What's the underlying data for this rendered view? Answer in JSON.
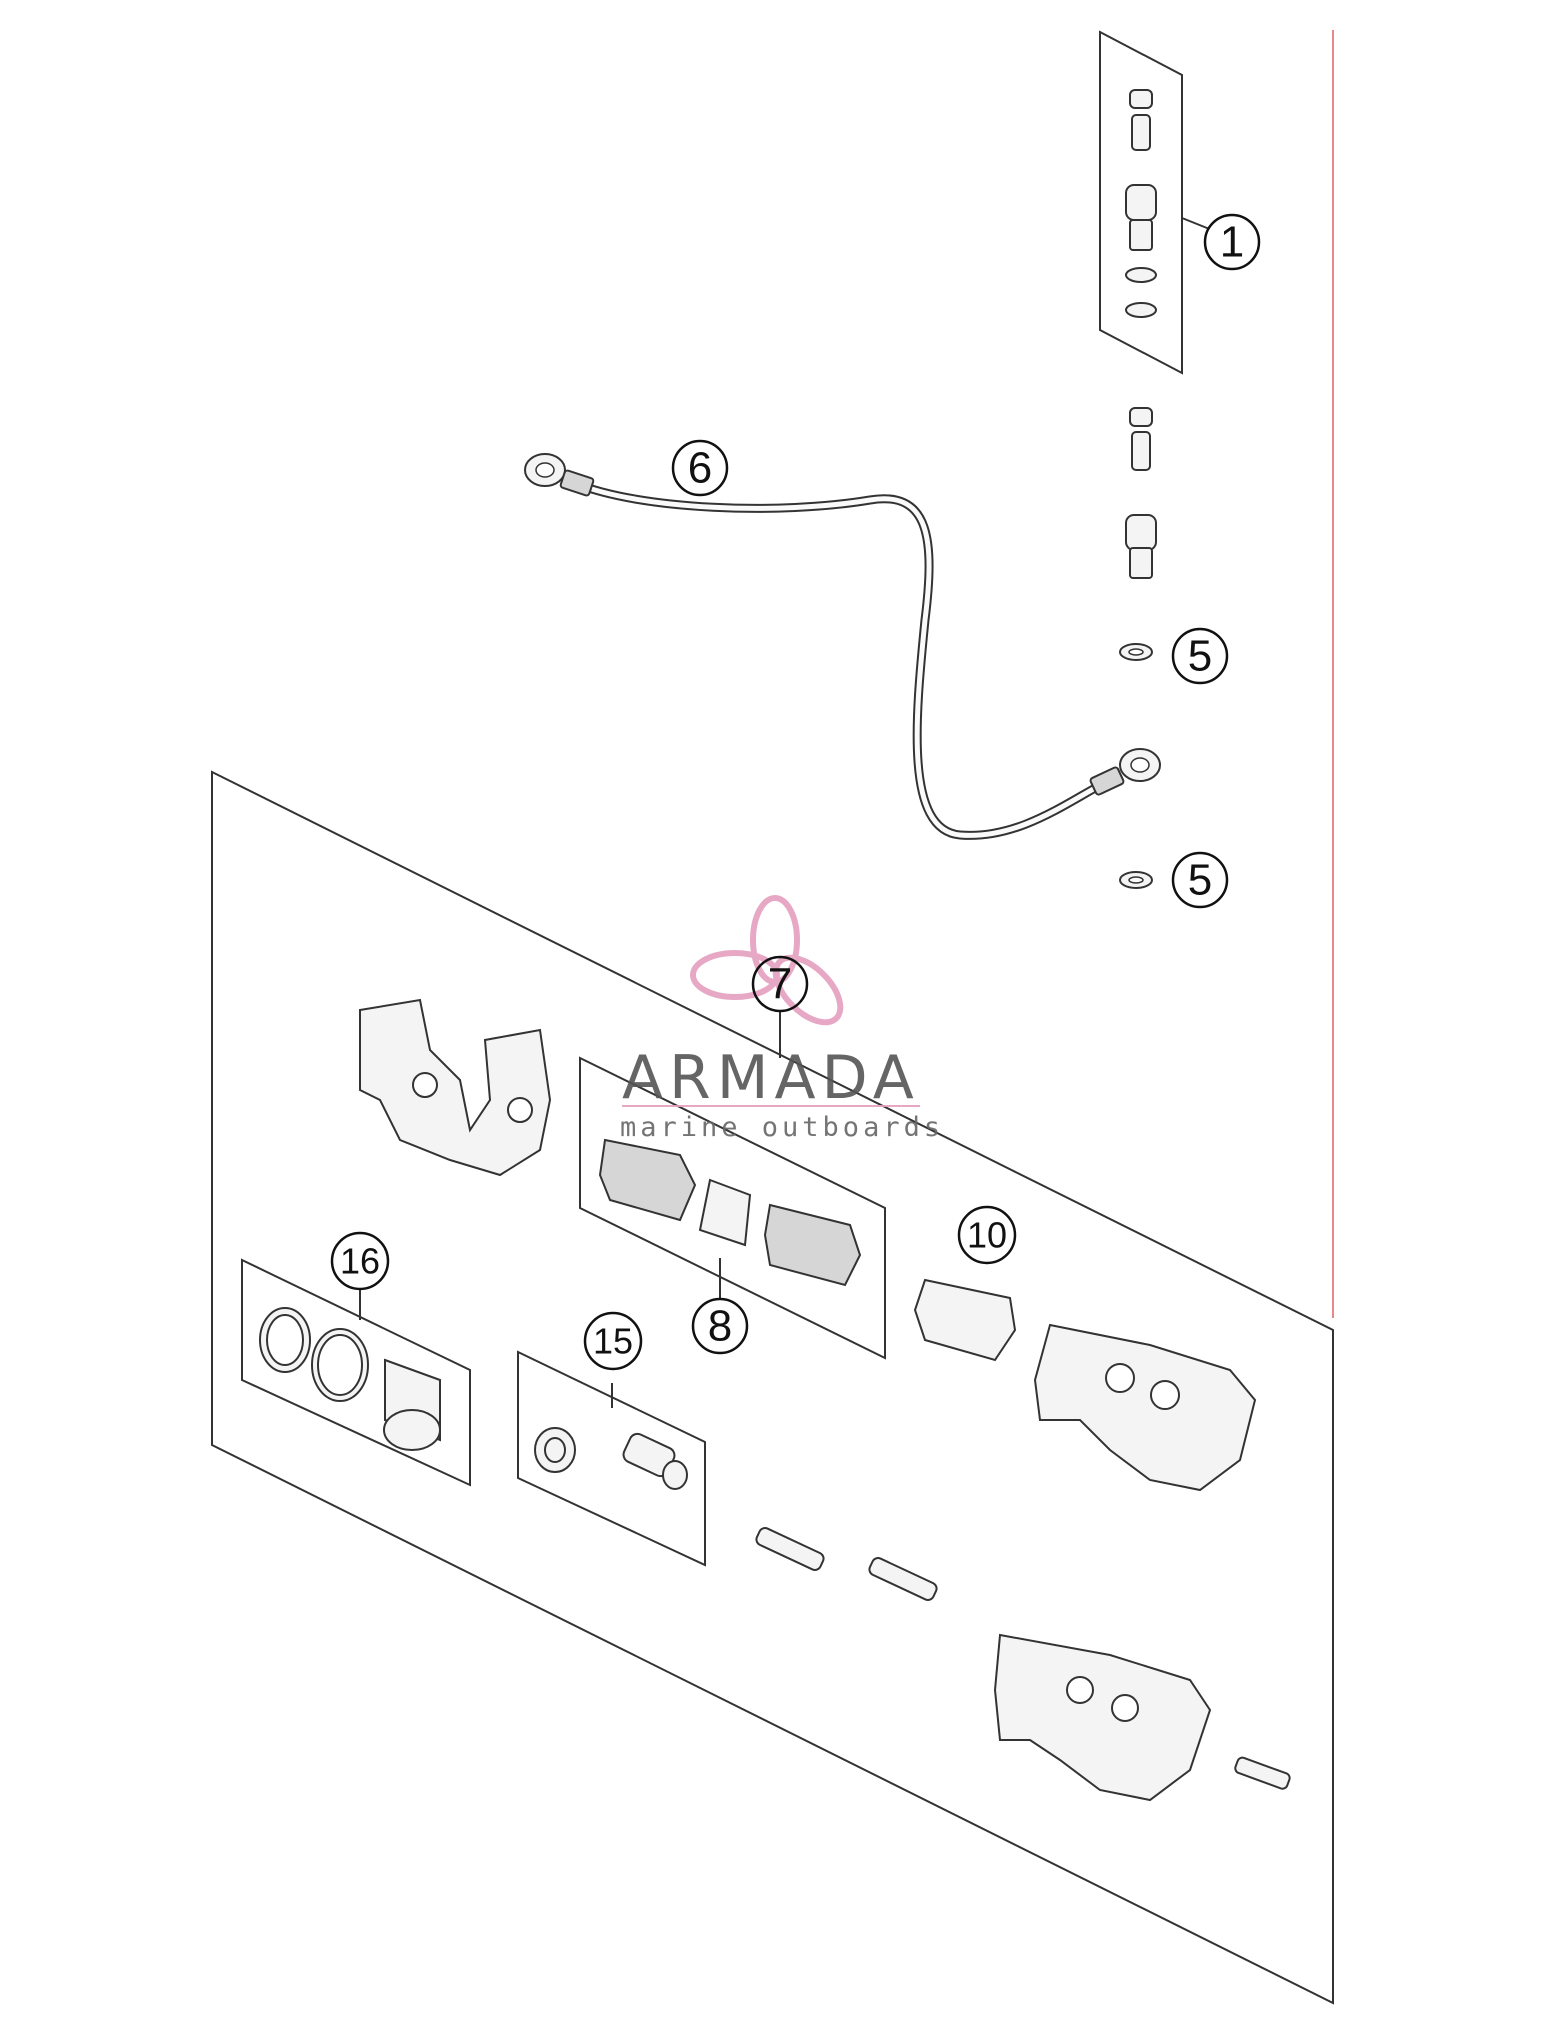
{
  "diagram": {
    "callouts": [
      {
        "id": "c1",
        "label": "1"
      },
      {
        "id": "c5a",
        "label": "5"
      },
      {
        "id": "c5b",
        "label": "5"
      },
      {
        "id": "c6",
        "label": "6"
      },
      {
        "id": "c7",
        "label": "7"
      },
      {
        "id": "c8",
        "label": "8"
      },
      {
        "id": "c10",
        "label": "10"
      },
      {
        "id": "c15",
        "label": "15"
      },
      {
        "id": "c16",
        "label": "16"
      }
    ]
  },
  "watermark": {
    "brand": "ARMADA",
    "tagline": "marine outboards",
    "color": "#e59fbf"
  },
  "colors": {
    "line": "#333333",
    "border_accent": "#e06060"
  }
}
